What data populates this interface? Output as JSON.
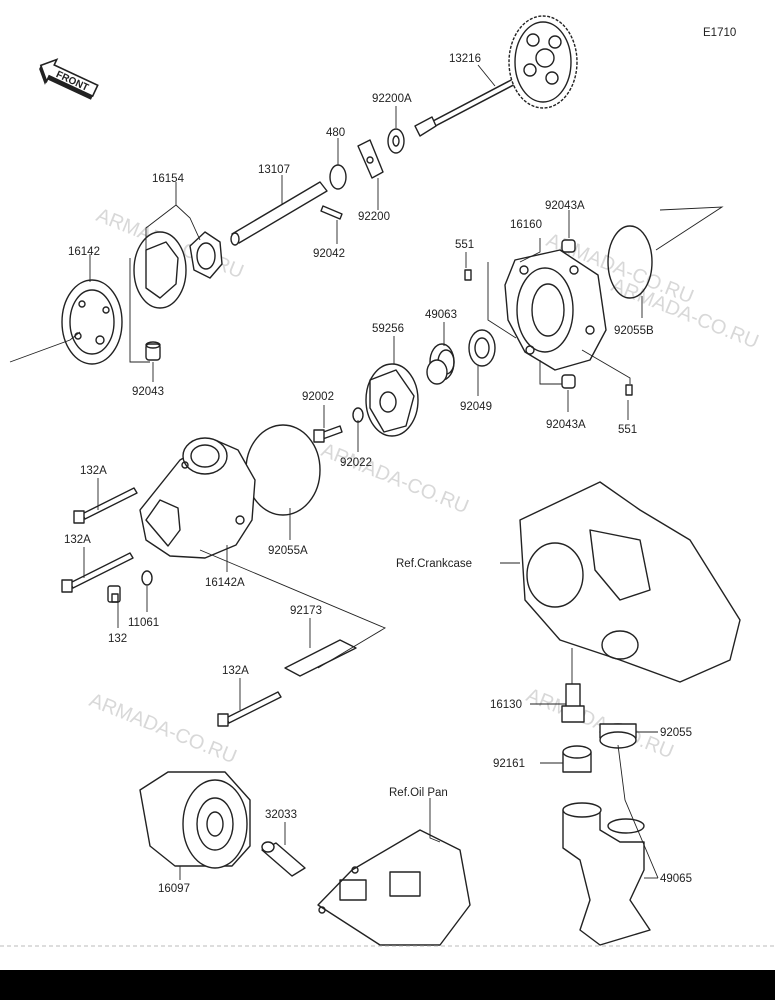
{
  "diagram_code": "E1710",
  "front_label": "FRONT",
  "watermarks": [
    "ARMADA-CO.RU",
    "ARMADA-CO.RU",
    "ARMADA-CO.RU",
    "ARMADA-CO.RU",
    "ARMADA-CO.RU",
    "ARMADA-CO.RU"
  ],
  "labels": {
    "p13216": "13216",
    "p92200A": "92200A",
    "p480": "480",
    "p13107": "13107",
    "p16154": "16154",
    "p92200": "92200",
    "p92042": "92042",
    "p16142": "16142",
    "p92043": "92043",
    "p92043A_top": "92043A",
    "p16160": "16160",
    "p551_top": "551",
    "p92055B": "92055B",
    "p49063": "49063",
    "p59256": "59256",
    "p92049": "92049",
    "p92043A_bot": "92043A",
    "p551_bot": "551",
    "p92002": "92002",
    "p92022": "92022",
    "p132A_1": "132A",
    "p132A_2": "132A",
    "p16142A": "16142A",
    "p92055A": "92055A",
    "p11061": "11061",
    "p132": "132",
    "ref_crankcase": "Ref.Crankcase",
    "p92173": "92173",
    "p132A_3": "132A",
    "p16130": "16130",
    "p92055": "92055",
    "p92161": "92161",
    "ref_oilpan": "Ref.Oil Pan",
    "p32033": "32033",
    "p16097": "16097",
    "p49065": "49065"
  }
}
